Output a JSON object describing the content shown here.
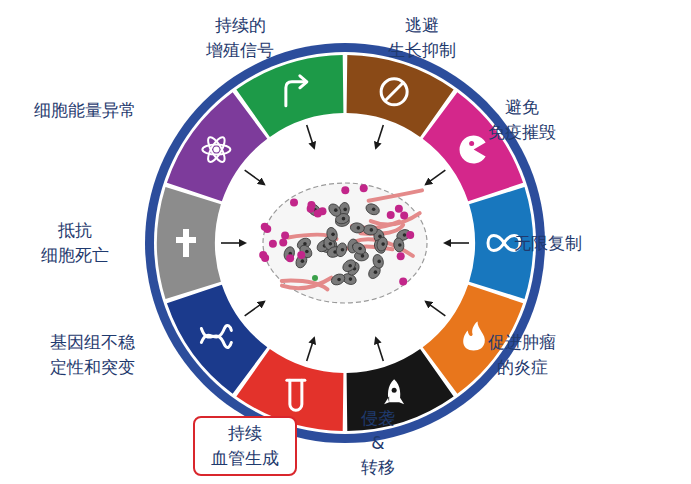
{
  "diagram": {
    "nodes": [
      {
        "text": [
          "持续 血管生成"
        ]
      }
    ],
    "labels": [
      "持续的 增殖信号",
      "逃避 生长抑制",
      "避免 免疫摧毁",
      "无限复制",
      "促进肿瘤 的炎症",
      "侵袭& 转移",
      "基因组不稳 定性和突变",
      "抵抗 细胞死亡",
      "细胞能量异常"
    ]
  }
}
